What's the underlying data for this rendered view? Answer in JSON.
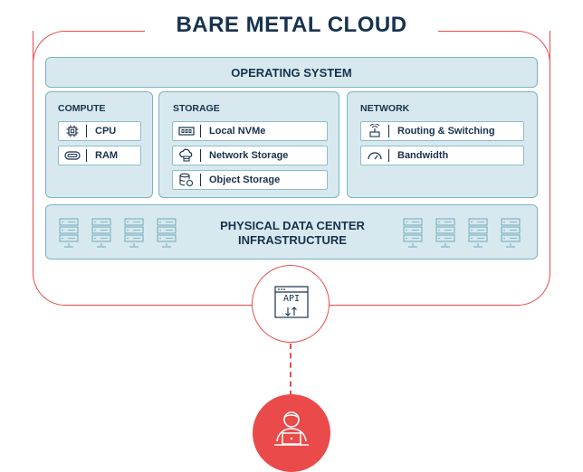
{
  "title": "BARE METAL CLOUD",
  "os": {
    "label": "OPERATING SYSTEM"
  },
  "compute": {
    "label": "COMPUTE",
    "items": [
      "CPU",
      "RAM"
    ]
  },
  "storage": {
    "label": "STORAGE",
    "items": [
      "Local NVMe",
      "Network Storage",
      "Object Storage"
    ]
  },
  "network": {
    "label": "NETWORK",
    "items": [
      "Routing & Switching",
      "Bandwidth"
    ]
  },
  "infrastructure": {
    "line1": "PHYSICAL DATA CENTER",
    "line2": "INFRASTRUCTURE"
  },
  "api": {
    "label": "API"
  },
  "colors": {
    "accent": "#ea4a4a",
    "panel": "#d7e9ef",
    "panel_border": "#7ab2c2",
    "text": "#17324d"
  },
  "icons": [
    "cpu-icon",
    "ram-icon",
    "nvme-icon",
    "cloud-storage-icon",
    "object-storage-icon",
    "router-icon",
    "gauge-icon",
    "server-rack-icon",
    "api-window-icon",
    "user-laptop-icon"
  ]
}
